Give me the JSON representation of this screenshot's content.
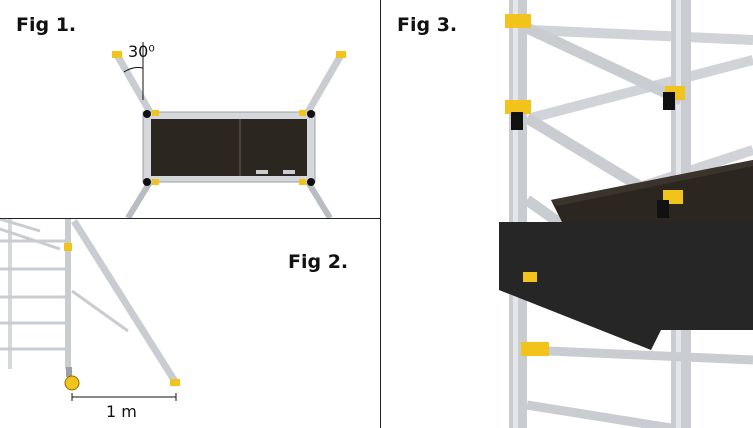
{
  "figures": {
    "fig1": {
      "label": "Fig 1.",
      "angle_label": "30⁰"
    },
    "fig2": {
      "label": "Fig 2.",
      "distance_label": "1 m"
    },
    "fig3": {
      "label": "Fig 3."
    }
  },
  "colors": {
    "aluminium": "#c9ccd0",
    "aluminium_dark": "#9aa0a6",
    "clamp_yellow": "#f2c31b",
    "platform_dark": "#2b2620",
    "board_black": "#262626",
    "divider": "#222222"
  }
}
